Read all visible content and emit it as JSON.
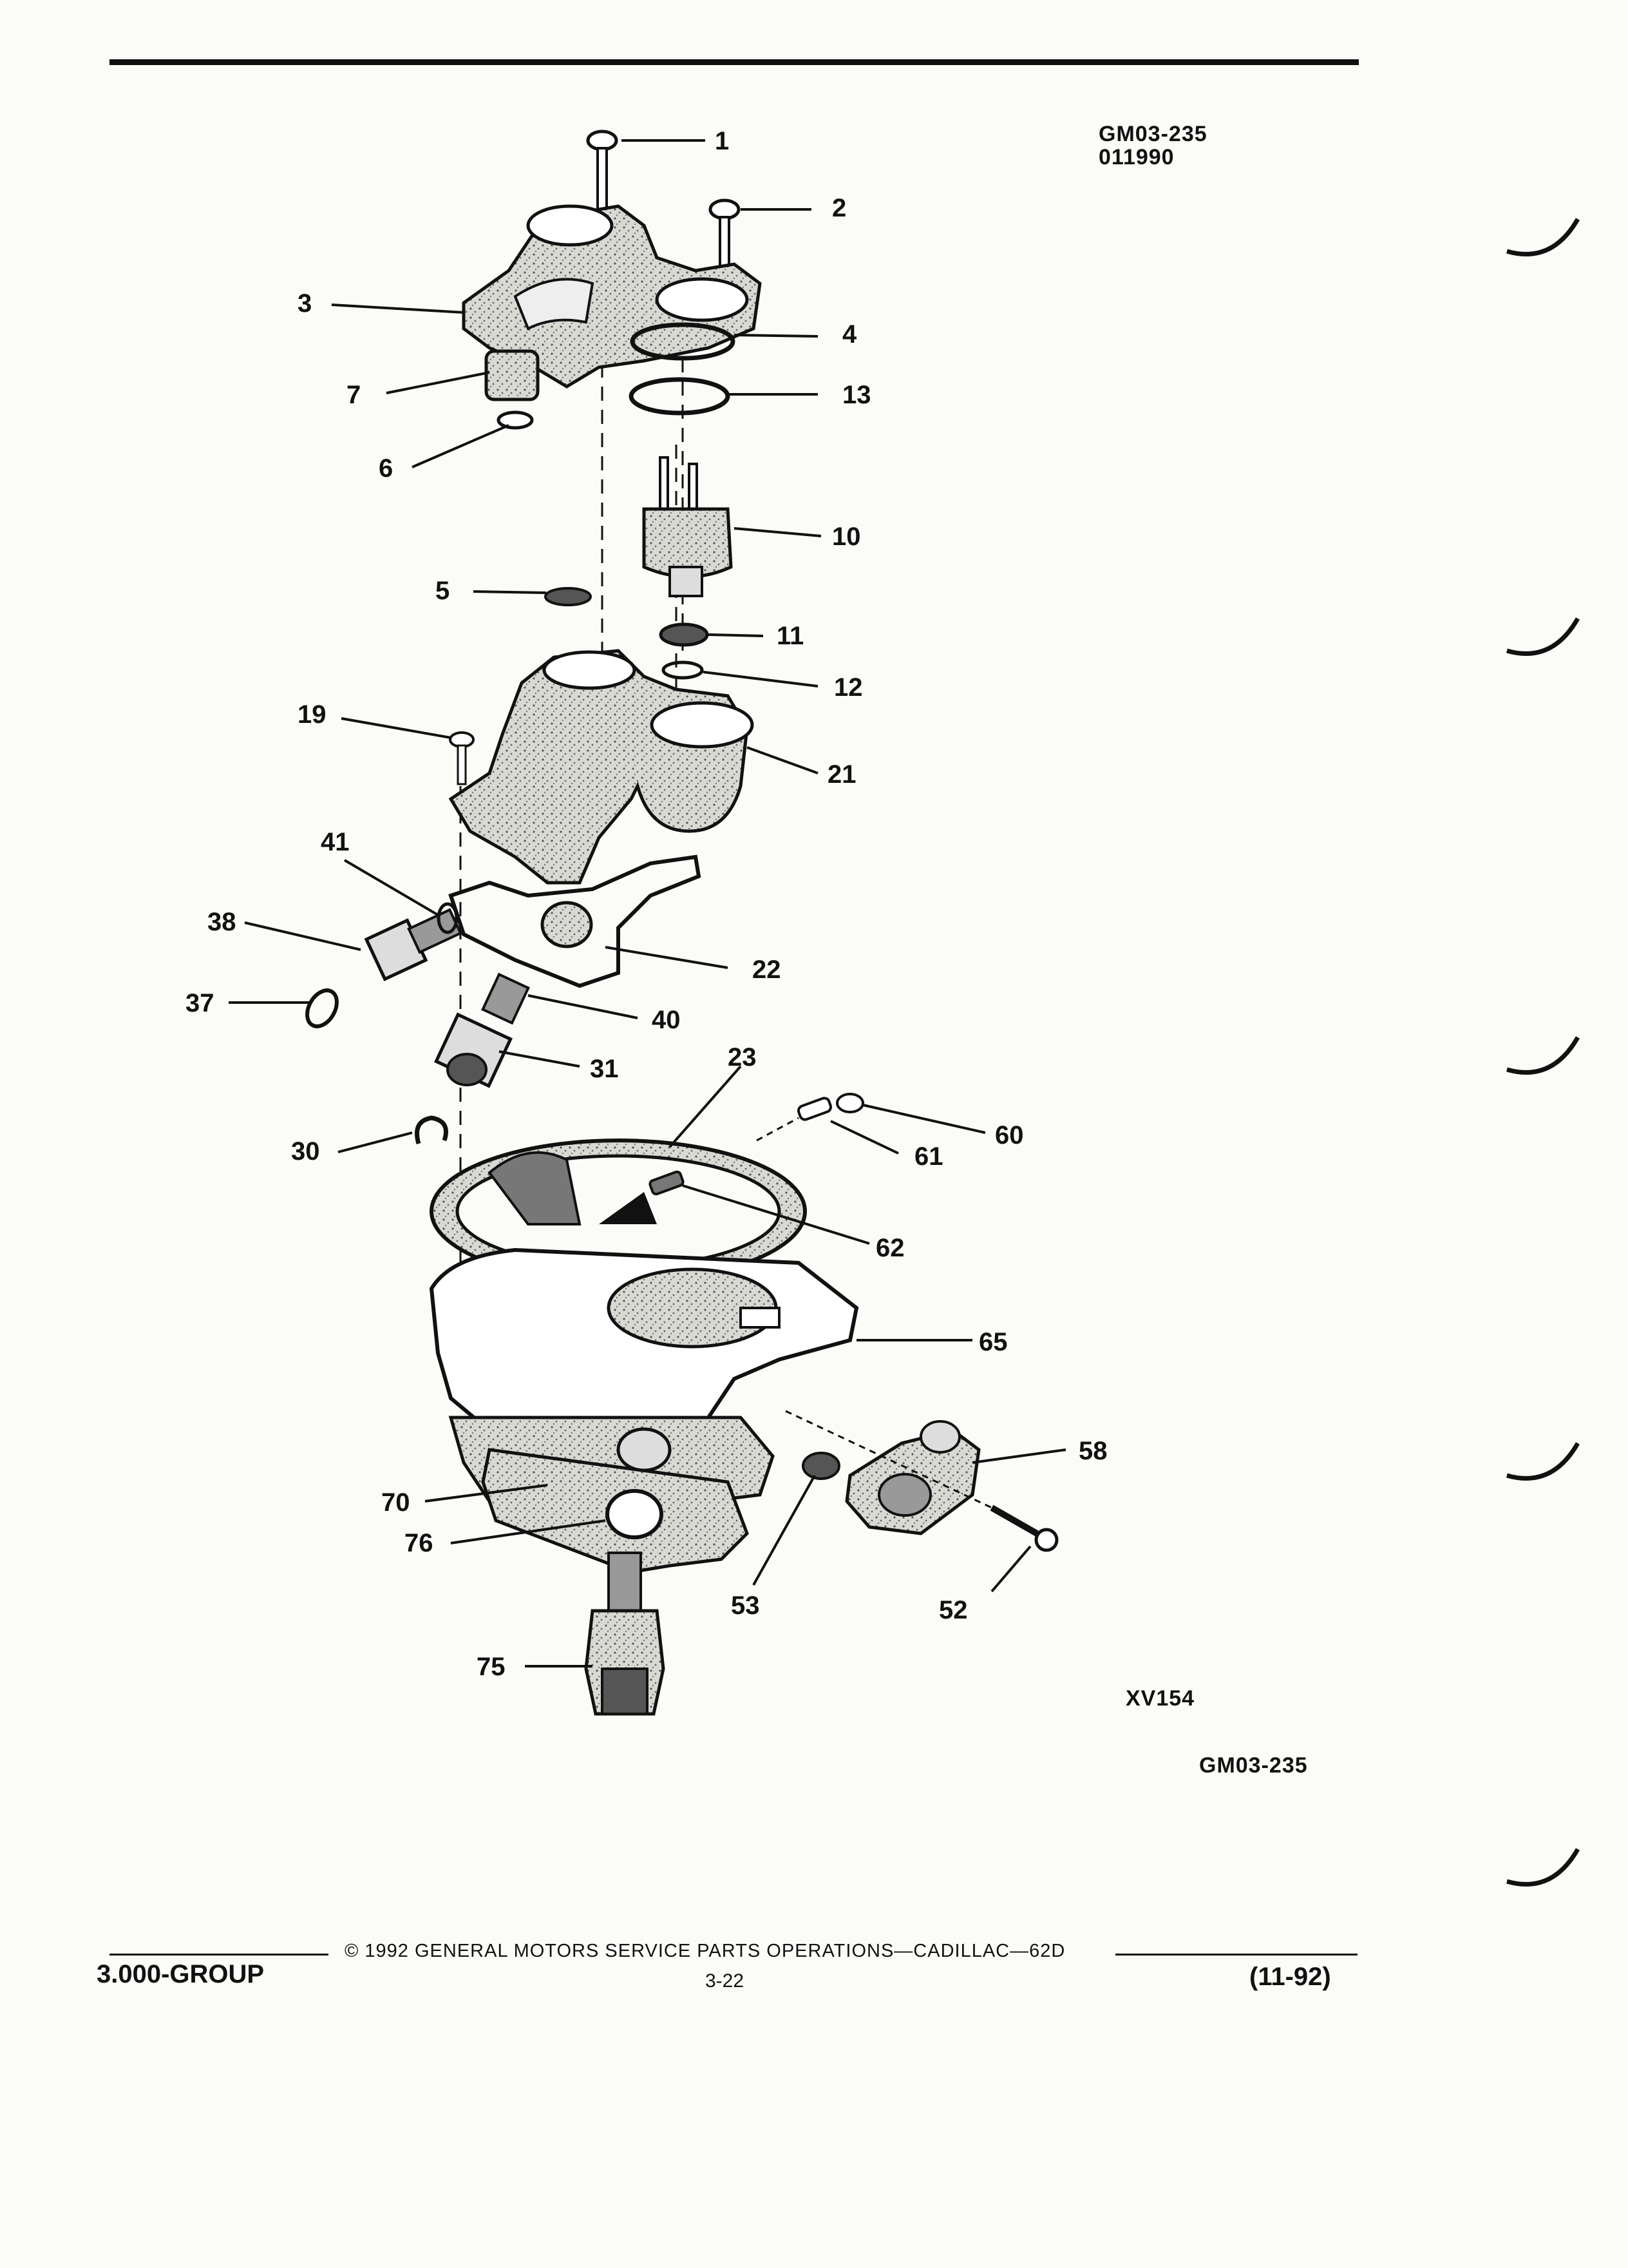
{
  "header": {
    "ref_code": "GM03-235",
    "ref_date": "011990"
  },
  "figure": {
    "figure_id": "XV154",
    "figure_code": "GM03-235",
    "callouts": [
      "1",
      "2",
      "3",
      "4",
      "7",
      "13",
      "6",
      "10",
      "5",
      "11",
      "12",
      "19",
      "21",
      "41",
      "38",
      "22",
      "37",
      "40",
      "31",
      "23",
      "30",
      "60",
      "61",
      "62",
      "65",
      "58",
      "70",
      "76",
      "53",
      "52",
      "75"
    ]
  },
  "footer": {
    "group": "3.000-GROUP",
    "copyright": "© 1992 GENERAL MOTORS SERVICE PARTS OPERATIONS—CADILLAC—62D",
    "page": "3-22",
    "date": "(11-92)"
  }
}
